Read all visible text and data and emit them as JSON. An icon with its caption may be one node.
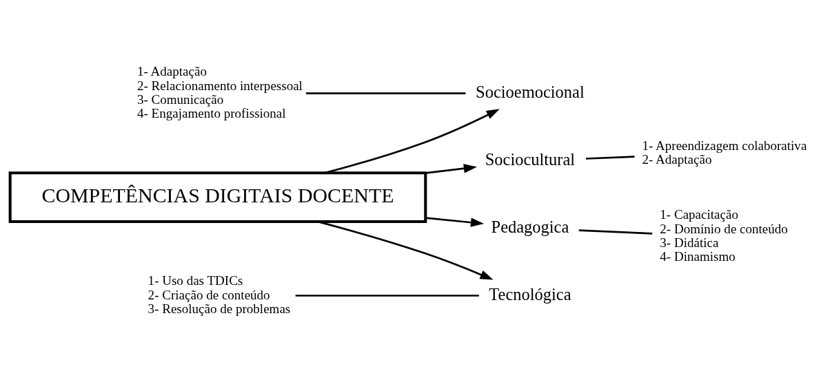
{
  "diagram": {
    "nodes": [
      {
        "text": [
          "COMPETÊNCIAS DIGITAIS DOCENTE"
        ]
      },
      {
        "text": [
          "Socioemocional"
        ]
      },
      {
        "text": [
          "Sociocultural"
        ]
      },
      {
        "text": [
          "Tecnológica"
        ]
      },
      {
        "text": [
          "Pedagogica"
        ]
      },
      {
        "text": [
          "1- Adaptação",
          "2- Relacionamento interpessoal",
          "3- Comunicação",
          "4- Engajamento profissional"
        ]
      },
      {
        "text": [
          "1- Apreendizagem colaborativa",
          "2- Adaptação"
        ]
      },
      {
        "text": [
          "1- Uso das TDICs",
          "2- Criação de conteúdo",
          "3- Resolução de problemas"
        ]
      },
      {
        "text": [
          "1- Capacitação",
          "2- Domínio de conteúdo",
          "3- Didática",
          "4- Dinamismo"
        ]
      }
    ],
    "edges": [
      {
        "from": 0,
        "to": 1,
        "arrow": "to"
      },
      {
        "from": 0,
        "to": 2,
        "arrow": "to"
      },
      {
        "from": 0,
        "to": 3,
        "arrow": "to"
      },
      {
        "from": 0,
        "to": 4,
        "arrow": "to"
      },
      {
        "from": 5,
        "to": 1,
        "arrow": "none"
      },
      {
        "from": 2,
        "to": 6,
        "arrow": "none"
      },
      {
        "from": 7,
        "to": 3,
        "arrow": "none"
      },
      {
        "from": 4,
        "to": 8,
        "arrow": "none"
      }
    ]
  }
}
